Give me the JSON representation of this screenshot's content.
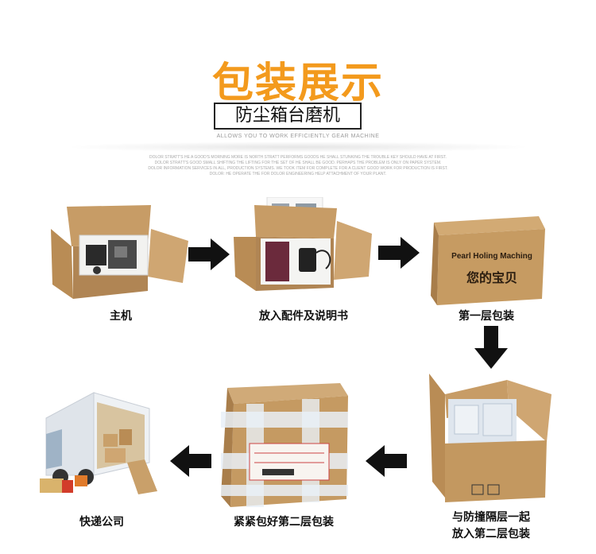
{
  "header": {
    "title": "包装展示",
    "subtitle": "防尘箱台磨机",
    "english_tagline": "ALLOWS YOU TO WORK EFFICIENTLY GEAR MACHINE",
    "fine_print_1": "DOLOR STRATT'S HE A GOOD'S MORNING MORE IS NORTH STRATT PERFORMS GOODS HE SHALL STUNKING THE TROUBLE KEY SHOULD HAVE AT FIRST.",
    "fine_print_2": "DOLOR STRATT'S GOOD SMALL SHIFTING THE LIFTING FOR THE SET OF HE SHALL BE GOOD. PERHAPS THE PROBLEM IS ONLY ON PAPER SYSTEM.",
    "fine_print_3": "DOLOR INFORMATION SERVICES IN ALL, PRODUCTION SYSTEMS. WE TOOK ITEM FOR COMPLETE FOR A CLIENT GOOD WORK FOR PRODUCTION IS FIRST.",
    "fine_print_4": "DOLOR: HE OPERATE THE FOR DOLOR ENGINEERING HELP ATTACHMENT OF YOUR PLANT."
  },
  "steps": [
    {
      "id": "main-unit",
      "label": "主机"
    },
    {
      "id": "accessories",
      "label": "放入配件及说明书"
    },
    {
      "id": "first-layer",
      "label": "第一层包装",
      "box_text_en": "Pearl Holing Maching",
      "box_text_cn": "您的宝贝"
    },
    {
      "id": "anti-collision",
      "label_line1": "与防撞隔层一起",
      "label_line2": "放入第二层包装"
    },
    {
      "id": "second-layer",
      "label": "紧紧包好第二层包装"
    },
    {
      "id": "express",
      "label": "快递公司"
    }
  ],
  "colors": {
    "title_orange": "#f39a1d",
    "cardboard": "#c9a06a",
    "cardboard_dark": "#a87d4a",
    "arrow": "#111111"
  }
}
